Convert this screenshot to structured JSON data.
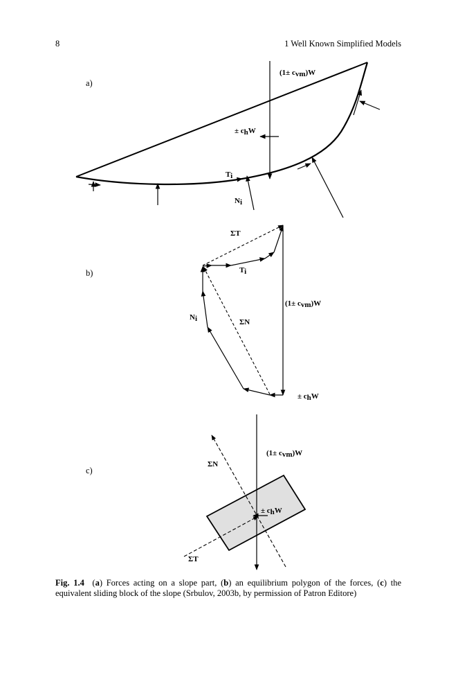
{
  "header": {
    "page_number": "8",
    "running_title": "1  Well Known Simplified Models"
  },
  "panels": {
    "a": "a)",
    "b": "b)",
    "c": "c)"
  },
  "figure_labels": {
    "a_weight": "(1± c",
    "a_weight_sub": "vm",
    "a_weight_end": ")W",
    "a_horizontal": "± c",
    "a_horizontal_sub": "h",
    "a_horizontal_end": "W",
    "a_T": "T",
    "a_T_sub": "i",
    "a_N": "N",
    "a_N_sub": "i",
    "b_sumT": "ΣT",
    "b_T": "T",
    "b_T_sub": "i",
    "b_weight": "(1± c",
    "b_weight_sub": "vm",
    "b_weight_end": ")W",
    "b_N": "N",
    "b_N_sub": "i",
    "b_sumN": "ΣN",
    "b_horizontal": "± c",
    "b_horizontal_sub": "h",
    "b_horizontal_end": "W",
    "c_weight": "(1± c",
    "c_weight_sub": "vm",
    "c_weight_end": ")W",
    "c_sumN": "ΣN",
    "c_horizontal": "± c",
    "c_horizontal_sub": "h",
    "c_horizontal_end": "W",
    "c_sumT": "ΣT"
  },
  "caption": {
    "fig_label": "Fig. 1.4",
    "p1": "(",
    "a": "a",
    "p2": ") Forces acting on a slope part, (",
    "b": "b",
    "p3": ") an equilibrium polygon of the forces, (",
    "c": "c",
    "p4": ") the equivalent sliding block of the slope (Srbulov, 2003b, by permission of Patron Editore)"
  }
}
